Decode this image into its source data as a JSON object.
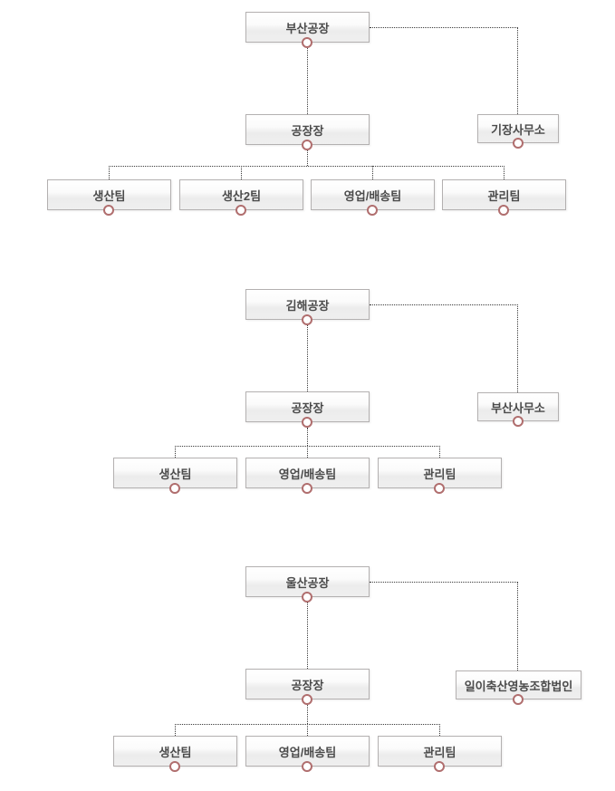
{
  "diagram_title": "factory-organization-chart",
  "colors": {
    "background": "#ffffff",
    "box_border": "#b3b0b0",
    "box_gradient_top": "#ffffff",
    "box_gradient_bottom": "#ececec",
    "label_text": "#4b4b4b",
    "connector_dot_border": "#b06e6e",
    "connector_line": "#3a3a3a"
  },
  "sections": [
    {
      "root": "부산공장",
      "manager": "공장장",
      "side": "기장사무소",
      "children": [
        "생산팀",
        "생산2팀",
        "영업/배송팀",
        "관리팀"
      ]
    },
    {
      "root": "김해공장",
      "manager": "공장장",
      "side": "부산사무소",
      "children": [
        "생산팀",
        "영업/배송팀",
        "관리팀"
      ]
    },
    {
      "root": "울산공장",
      "manager": "공장장",
      "side": "일이축산영농조합법인",
      "children": [
        "생산팀",
        "영업/배송팀",
        "관리팀"
      ]
    }
  ]
}
